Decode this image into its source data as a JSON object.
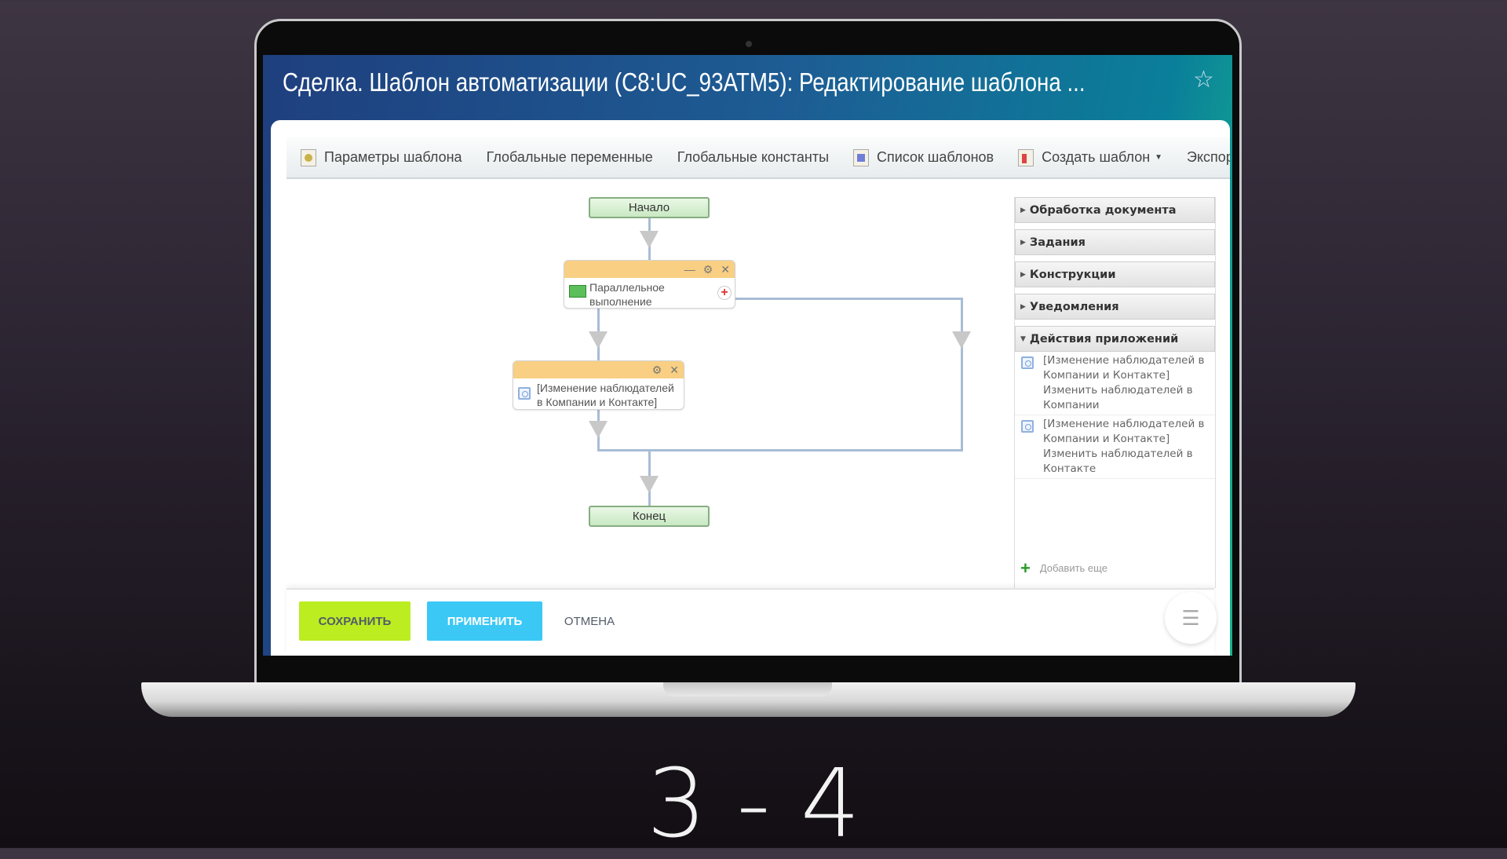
{
  "window": {
    "title": "Сделка. Шаблон автоматизации (C8:UC_93ATM5): Редактирование шаблона ...",
    "favorite_icon": "star-icon"
  },
  "toolbar": {
    "items": [
      {
        "label": "Параметры шаблона",
        "icon": "settings-doc-icon"
      },
      {
        "label": "Глобальные переменные"
      },
      {
        "label": "Глобальные константы"
      },
      {
        "label": "Список шаблонов",
        "icon": "list-doc-icon"
      },
      {
        "label": "Создать шаблон",
        "icon": "new-doc-icon",
        "dropdown": true
      },
      {
        "label": "Экспор"
      }
    ]
  },
  "diagram": {
    "start": "Начало",
    "end": "Конец",
    "parallel_block": {
      "line1": "Параллельное",
      "line2": "выполнение"
    },
    "action_block": {
      "line1": "[Изменение наблюдателей",
      "line2": "в Компании и Контакте]"
    }
  },
  "palette": {
    "sections": [
      "Обработка документа",
      "Задания",
      "Конструкции",
      "Уведомления",
      "Действия приложений"
    ],
    "expanded_section": "Действия приложений",
    "items": [
      "[Изменение наблюдателей в Компании и Контакте] Изменить наблюдателей в Компании",
      "[Изменение наблюдателей в Компании и Контакте] Изменить наблюдателей в Контакте"
    ],
    "add_more": "Добавить еще"
  },
  "footer": {
    "save": "Сохранить",
    "apply": "Применить",
    "cancel": "Отмена"
  },
  "colors": {
    "save": "#bbed21",
    "apply": "#3bc8f5",
    "block_header": "#f8cf83"
  },
  "slide": {
    "page": "3 - 4"
  }
}
